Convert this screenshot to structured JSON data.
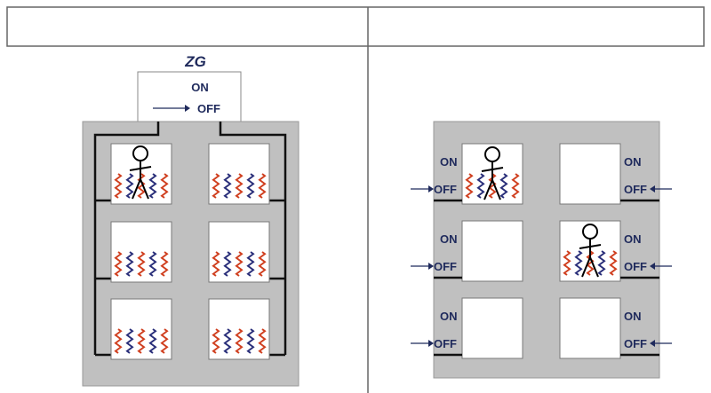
{
  "left_panel": {
    "controller_title": "ZG",
    "switch_on_label": "ON",
    "switch_off_label": "OFF",
    "rooms_occupied": [
      true,
      false,
      false,
      false,
      false,
      false
    ],
    "rooms_heated": [
      true,
      true,
      true,
      true,
      true,
      true
    ]
  },
  "right_panel": {
    "rooms": [
      {
        "on_label": "ON",
        "off_label": "OFF",
        "occupied": true,
        "heated": true
      },
      {
        "on_label": "ON",
        "off_label": "OFF",
        "occupied": false,
        "heated": false
      },
      {
        "on_label": "ON",
        "off_label": "OFF",
        "occupied": false,
        "heated": false
      },
      {
        "on_label": "ON",
        "off_label": "OFF",
        "occupied": true,
        "heated": true
      },
      {
        "on_label": "ON",
        "off_label": "OFF",
        "occupied": false,
        "heated": false
      },
      {
        "on_label": "ON",
        "off_label": "OFF",
        "occupied": false,
        "heated": false
      }
    ]
  },
  "colors": {
    "building": "#c0c0c0",
    "wire": "#111111",
    "label": "#1f2a5c",
    "heat_red": "#d04020",
    "heat_blue": "#2a2f7a",
    "arrow": "#1f2a5c"
  }
}
